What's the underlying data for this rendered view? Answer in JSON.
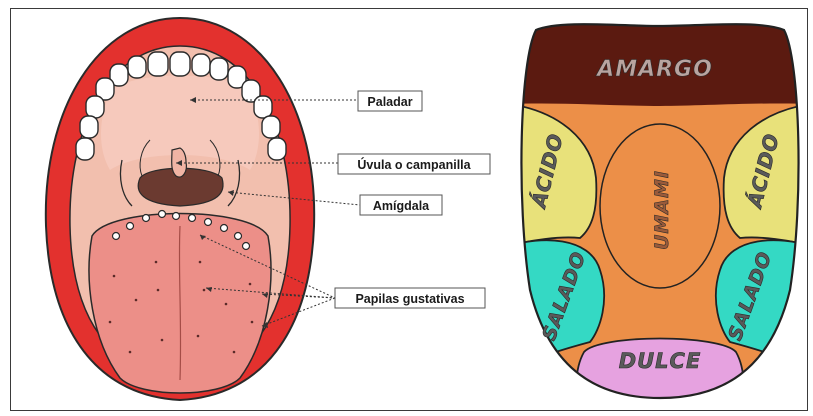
{
  "mouth_diagram": {
    "labels": {
      "paladar": "Paladar",
      "uvula": "Úvula o campanilla",
      "amigdala": "Amígdala",
      "papilas": "Papilas gustativas"
    }
  },
  "taste_map": {
    "zones": {
      "amargo": "AMARGO",
      "acido_left": "ÁCIDO",
      "acido_right": "ÁCIDO",
      "umami": "UMAMI",
      "salado_left": "SALADO",
      "salado_right": "SALADO",
      "dulce": "DULCE"
    },
    "colors": {
      "amargo": "#5b1a10",
      "acido": "#e8e17a",
      "umami": "#ec8f48",
      "salado": "#34d9c4",
      "dulce": "#e6a2e0",
      "outline": "#222222"
    }
  },
  "colors": {
    "lips": "#e3312e",
    "palate": "#f2bfae",
    "throat": "#6b3a30",
    "tongue": "#ec8f88",
    "teeth": "#ffffff"
  }
}
